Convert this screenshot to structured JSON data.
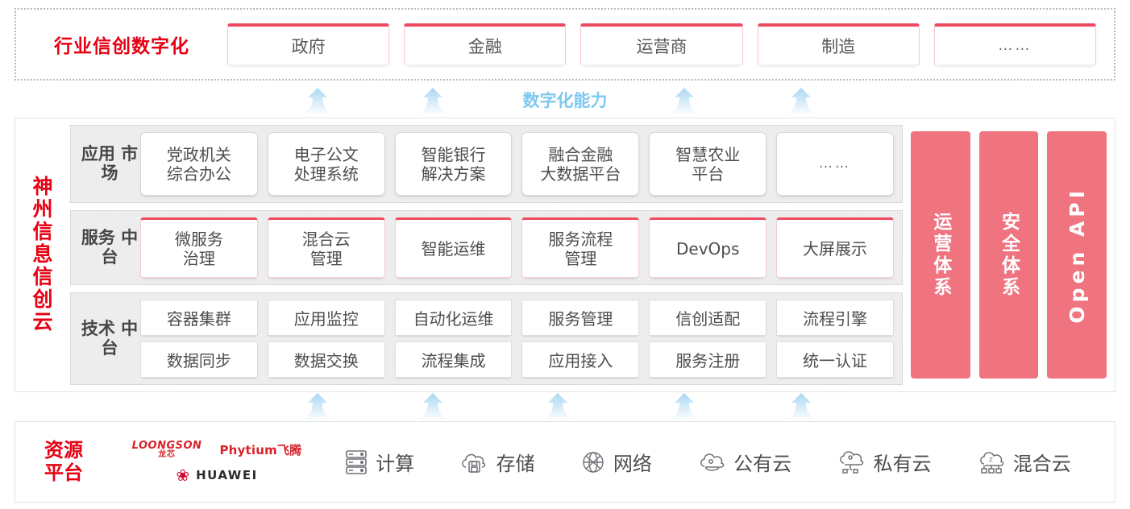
{
  "industry": {
    "title": "行业信创数字化",
    "cards": [
      {
        "label": "政府"
      },
      {
        "label": "金融"
      },
      {
        "label": "运营商"
      },
      {
        "label": "制造"
      },
      {
        "label": "……"
      }
    ]
  },
  "capability": {
    "label": "数字化能力",
    "arrow_count_top": 4,
    "arrow_count_bottom": 5,
    "arrow_color": "#b8dcf2"
  },
  "cloud": {
    "title": "神州信息信创云",
    "bands": [
      {
        "label": "应用\n市场",
        "name": "application-market",
        "items": [
          {
            "label": "党政机关\n综合办公",
            "style": "plain"
          },
          {
            "label": "电子公文\n处理系统",
            "style": "plain"
          },
          {
            "label": "智能银行\n解决方案",
            "style": "plain"
          },
          {
            "label": "融合金融\n大数据平台",
            "style": "plain"
          },
          {
            "label": "智慧农业\n平台",
            "style": "plain"
          },
          {
            "label": "……",
            "style": "ghost"
          }
        ]
      },
      {
        "label": "服务\n中台",
        "name": "service-platform",
        "items": [
          {
            "label": "微服务\n治理",
            "style": "accent"
          },
          {
            "label": "混合云\n管理",
            "style": "accent"
          },
          {
            "label": "智能运维",
            "style": "accent"
          },
          {
            "label": "服务流程\n管理",
            "style": "accent"
          },
          {
            "label": "DevOps",
            "style": "accent"
          },
          {
            "label": "大屏展示",
            "style": "accent"
          }
        ]
      }
    ],
    "tech_band": {
      "label": "技术\n中台",
      "name": "technology-platform",
      "rows": [
        [
          "容器集群",
          "应用监控",
          "自动化运维",
          "服务管理",
          "信创适配",
          "流程引擎"
        ],
        [
          "数据同步",
          "数据交换",
          "流程集成",
          "应用接入",
          "服务注册",
          "统一认证"
        ]
      ]
    },
    "pillars": [
      {
        "label": "运营体系",
        "latin": false
      },
      {
        "label": "安全体系",
        "latin": false
      },
      {
        "label": "Open API",
        "latin": true
      }
    ],
    "pillar_color": "#ef7480"
  },
  "resource": {
    "title": "资源\n平台",
    "logos": {
      "loongson_en": "LOONGSON",
      "loongson_cn": "龙芯",
      "phytium": "Phytium飞腾",
      "huawei": "HUAWEI"
    },
    "items": [
      {
        "label": "计算",
        "icon": "server-icon"
      },
      {
        "label": "存储",
        "icon": "cloud-storage-icon"
      },
      {
        "label": "网络",
        "icon": "network-globe-icon"
      },
      {
        "label": "公有云",
        "icon": "public-cloud-icon"
      },
      {
        "label": "私有云",
        "icon": "private-cloud-icon"
      },
      {
        "label": "混合云",
        "icon": "hybrid-cloud-icon"
      }
    ]
  },
  "colors": {
    "brand_red": "#e60012",
    "accent_pink": "#ef4a5f",
    "pillar_pink": "#ef7480",
    "arrow_blue": "#b8dcf2",
    "band_gray": "#ededed"
  }
}
